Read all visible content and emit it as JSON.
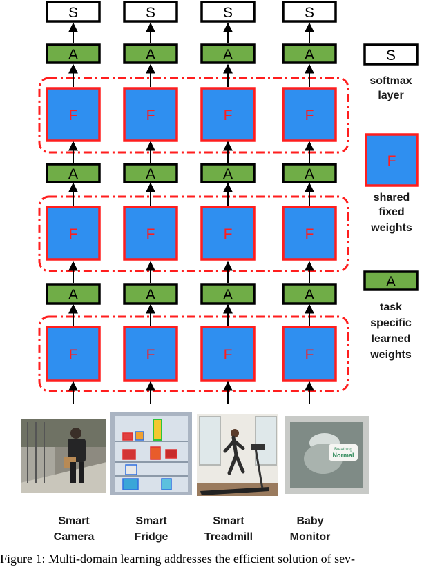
{
  "columns": [
    {
      "domain": [
        "Smart",
        "Camera"
      ],
      "photo_icon": "person-carrying-package-photo"
    },
    {
      "domain": [
        "Smart",
        "Fridge"
      ],
      "photo_icon": "fridge-interior-detections-photo"
    },
    {
      "domain": [
        "Smart",
        "Treadmill"
      ],
      "photo_icon": "woman-running-treadmill-photo"
    },
    {
      "domain": [
        "Baby",
        "Monitor"
      ],
      "photo_icon": "baby-monitor-screen-photo"
    }
  ],
  "blocks": {
    "softmax": "S",
    "adapter": "A",
    "fixed": "F"
  },
  "legend": {
    "softmax": {
      "symbol": "S",
      "lines": [
        "softmax",
        "layer"
      ]
    },
    "fixed": {
      "symbol": "F",
      "lines": [
        "shared",
        "fixed",
        "weights"
      ]
    },
    "adapter": {
      "symbol": "A",
      "lines": [
        "task",
        "specific",
        "learned",
        "weights"
      ]
    }
  },
  "photos": {
    "baby_monitor_badge": [
      "Breathing",
      "Normal"
    ]
  },
  "caption": "Figure 1: Multi-domain learning addresses the efficient solution of sev-",
  "colors": {
    "fixed_fill": "#2f8ff0",
    "fixed_stroke": "#ff1e1e",
    "adapter_fill": "#70ad47",
    "group_outline": "#ff1e1e"
  }
}
